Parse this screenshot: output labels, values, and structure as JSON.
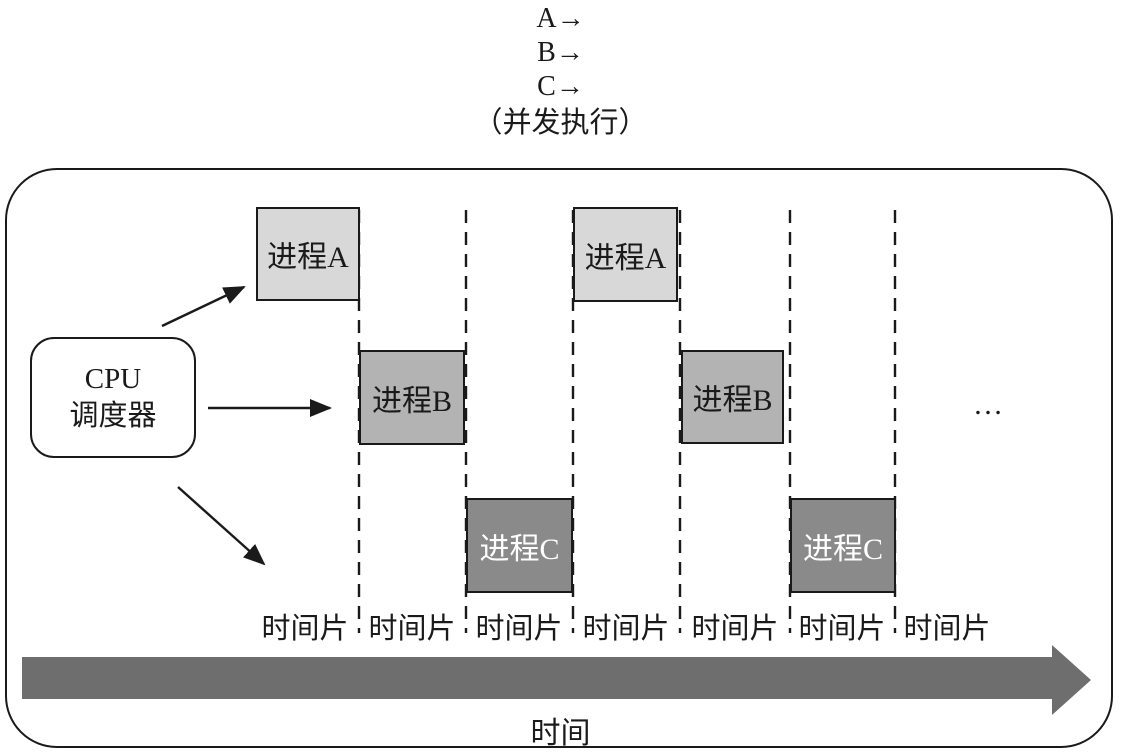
{
  "header": {
    "lines": [
      "A→",
      "B→",
      "C→"
    ],
    "caption": "（并发执行）"
  },
  "scheduler": {
    "label_line1": "CPU",
    "label_line2": "调度器"
  },
  "processes": [
    {
      "label": "进程A",
      "row": "A",
      "slice": 1
    },
    {
      "label": "进程B",
      "row": "B",
      "slice": 2
    },
    {
      "label": "进程C",
      "row": "C",
      "slice": 3
    },
    {
      "label": "进程A",
      "row": "A",
      "slice": 4
    },
    {
      "label": "进程B",
      "row": "B",
      "slice": 5
    },
    {
      "label": "进程C",
      "row": "C",
      "slice": 6
    }
  ],
  "ellipsis": "…",
  "timeline": {
    "slice_labels": [
      "时间片",
      "时间片",
      "时间片",
      "时间片",
      "时间片",
      "时间片",
      "时间片"
    ],
    "axis_label": "时间"
  },
  "colors": {
    "process_a_fill": "#d8d8d8",
    "process_b_fill": "#b3b3b3",
    "process_c_fill": "#8a8a8a",
    "process_c_text": "#ffffff",
    "time_axis_arrow": "#6e6e6e",
    "outline": "#1a1a1a",
    "background": "#ffffff"
  }
}
